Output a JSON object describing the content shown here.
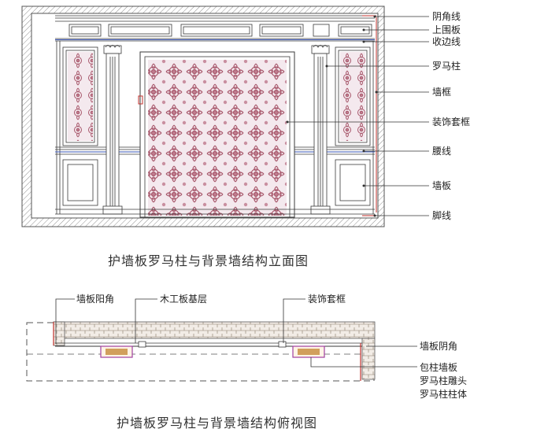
{
  "elevation": {
    "caption": "护墙板罗马柱与背景墙结构立面图",
    "labels": {
      "yinjiaoxian": "阴角线",
      "shangweiban": "上围板",
      "shoubianxian": "收边线",
      "luomazhu": "罗马柱",
      "qiangkuang": "墙框",
      "zhuangshitaokuang": "装饰套框",
      "yaoxian": "腰线",
      "qiangban": "墙板",
      "jiaoxian": "脚线"
    }
  },
  "plan": {
    "caption": "护墙板罗马柱与背景墙结构俯视图",
    "labels": {
      "qiangbanyangjiao": "墙板阳角",
      "mugongbanjiceng": "木工板基层",
      "zhuangshitaokuang": "装饰套框",
      "qiangbanyinjiao": "墙板阴角",
      "baozhuqiangban": "包柱墙板",
      "luomazhudiaotou": "罗马柱雕头",
      "luomazhuzhuti": "罗马柱柱体"
    }
  },
  "colors": {
    "line": "#3a3a3a",
    "hatch": "#9a9a9a",
    "wallpaper_bg": "#f4e9ee",
    "wallpaper_motif": "#a8586c",
    "accent_red": "#c0302c",
    "accent_blue": "#3a55b4",
    "accent_purple": "#a040a0",
    "carving": "#c58a3a"
  }
}
